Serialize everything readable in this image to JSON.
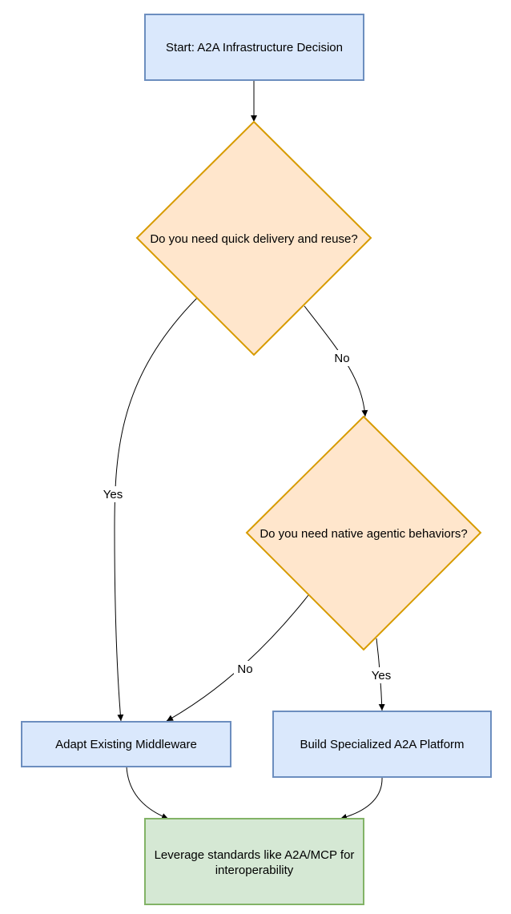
{
  "diagram": {
    "colors": {
      "process_fill": "#dae8fc",
      "process_stroke": "#6c8ebf",
      "decision_fill": "#ffe6cc",
      "decision_stroke": "#d79b00",
      "terminal_fill": "#d5e8d4",
      "terminal_stroke": "#82b366",
      "edge": "#000000"
    },
    "nodes": {
      "start": {
        "label": "Start: A2A Infrastructure Decision"
      },
      "decision_quick": {
        "label": "Do you need quick delivery and reuse?"
      },
      "decision_native": {
        "label": "Do you need native agentic behaviors?"
      },
      "adapt": {
        "label": "Adapt Existing Middleware"
      },
      "build": {
        "label": "Build Specialized A2A Platform"
      },
      "leverage": {
        "label_line1": "Leverage standards like A2A/MCP for",
        "label_line2": "interoperability"
      }
    },
    "edges": {
      "quick_no": {
        "label": "No"
      },
      "quick_yes": {
        "label": "Yes"
      },
      "native_no": {
        "label": "No"
      },
      "native_yes": {
        "label": "Yes"
      }
    }
  }
}
